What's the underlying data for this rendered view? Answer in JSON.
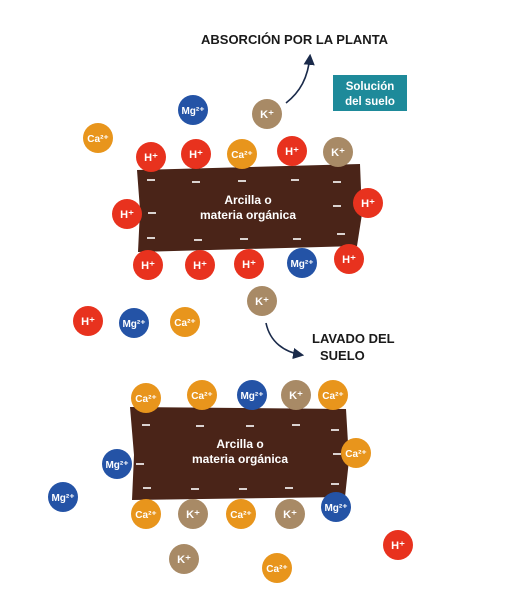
{
  "labels": {
    "absorption": "ABSORCIÓN POR LA PLANTA",
    "solution_line1": "Solución",
    "solution_line2": "del suelo",
    "leaching_line1": "LAVADO DEL",
    "leaching_line2": "SUELO",
    "clay_top_line1": "Arcilla o",
    "clay_top_line2": "materia orgánica",
    "clay_bottom_line1": "Arcilla o",
    "clay_bottom_line2": "materia orgánica"
  },
  "ions": {
    "H": "H⁺",
    "K": "K⁺",
    "Ca": "Ca²⁺",
    "Mg": "Mg²⁺"
  },
  "colors": {
    "H": "#e8321e",
    "K": "#a88a66",
    "Ca": "#e8951c",
    "Mg": "#2453a6",
    "clay": "#4a2418",
    "solution_box": "#1e8a9a",
    "arrow": "#1a2a4a"
  }
}
